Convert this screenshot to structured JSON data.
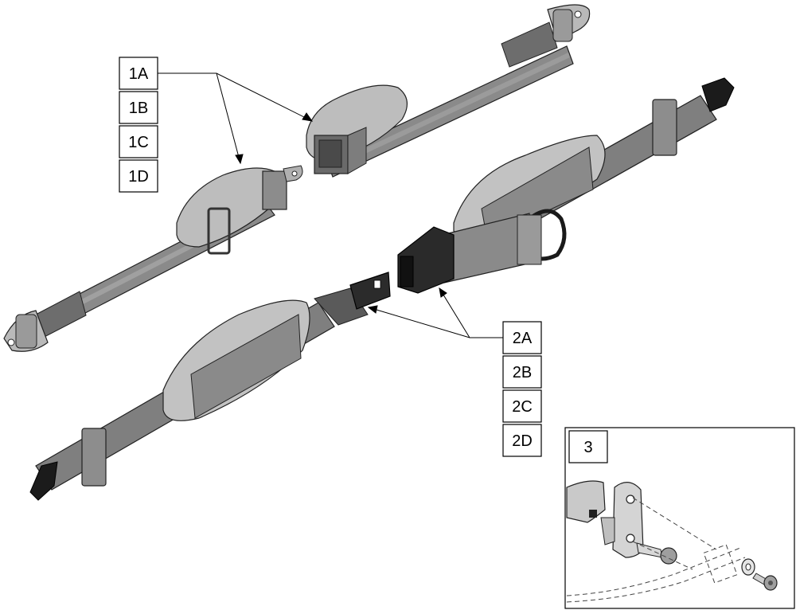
{
  "callouts": {
    "group1": [
      "1A",
      "1B",
      "1C",
      "1D"
    ],
    "group2": [
      "2A",
      "2B",
      "2C",
      "2D"
    ],
    "detail": "3"
  },
  "parts": {
    "lap_belt_1": "seat belt strap with metal buckle and D-ring adjuster",
    "lap_belt_2": "padded seat belt strap with black push-button buckle and tongue"
  }
}
